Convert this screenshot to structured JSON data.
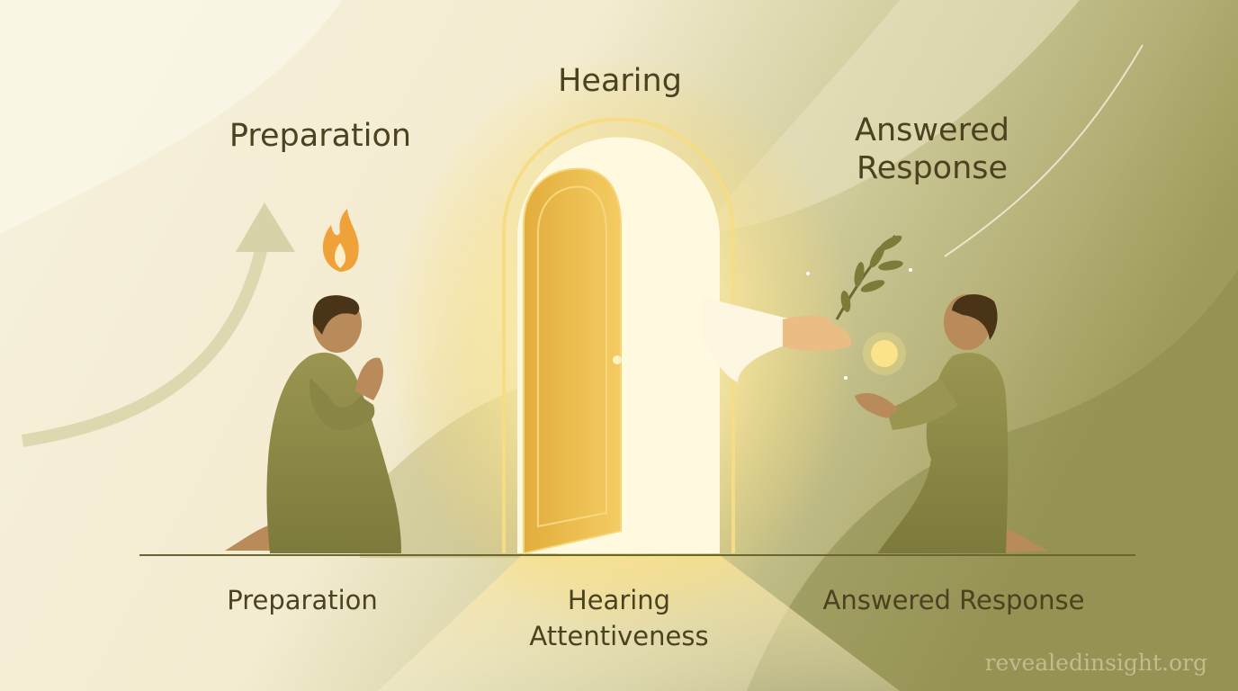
{
  "top_labels": {
    "preparation": "Preparation",
    "hearing": "Hearing",
    "answered_line1": "Answered",
    "answered_line2": "Response"
  },
  "bottom_labels": {
    "preparation": "Preparation",
    "hearing_line1": "Hearing",
    "hearing_line2": "Attentiveness",
    "answered": "Answered Response"
  },
  "watermark": "revealedinsight.org",
  "colors": {
    "text": "#4a4220",
    "olive": "#8f8c4e",
    "glow": "#f7d56a",
    "cream": "#f6f1de"
  }
}
